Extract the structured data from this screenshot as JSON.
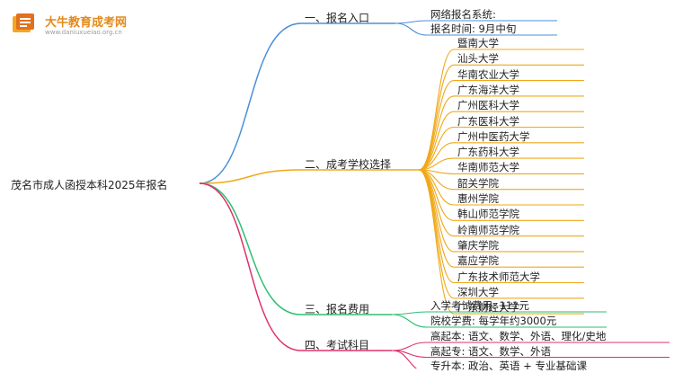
{
  "logo": {
    "name": "大牛教育成考网",
    "url": "www.daniuxueiao.org.cn"
  },
  "root": {
    "label": "茂名市成人函授本科2025年报名"
  },
  "colors": {
    "blue": "#4a90d9",
    "orange": "#f0a818",
    "green": "#2dbf73",
    "pink": "#e0306a"
  },
  "branches": [
    {
      "label": "一、报名入口",
      "color": "blue",
      "leaves": [
        "网络报名系统:",
        "报名时间: 9月中旬"
      ]
    },
    {
      "label": "二、成考学校选择",
      "color": "orange",
      "leaves": [
        "暨南大学",
        "汕头大学",
        "华南农业大学",
        "广东海洋大学",
        "广州医科大学",
        "广东医科大学",
        "广州中医药大学",
        "广东药科大学",
        "华南师范大学",
        "韶关学院",
        "惠州学院",
        "韩山师范学院",
        "岭南师范学院",
        "肇庆学院",
        "嘉应学院",
        "广东技术师范大学",
        "深圳大学",
        "广东财经大学"
      ]
    },
    {
      "label": "三、报名费用",
      "color": "green",
      "leaves": [
        "入学考试费用: 111元",
        "院校学费: 每学年约3000元"
      ]
    },
    {
      "label": "四、考试科目",
      "color": "pink",
      "leaves": [
        "高起本: 语文、数学、外语、理化/史地",
        "高起专: 语文、数学、外语",
        "专升本: 政治、英语 + 专业基础课"
      ]
    }
  ]
}
